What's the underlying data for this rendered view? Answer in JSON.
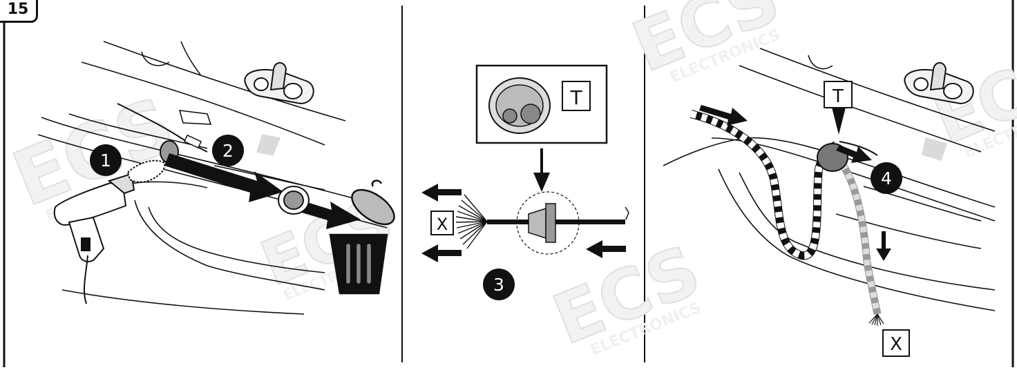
{
  "step": "15",
  "callouts": {
    "n1": "1",
    "n2": "2",
    "n3": "3",
    "n4": "4"
  },
  "labels": {
    "t_top": "T",
    "t_right": "T",
    "x_mid": "X",
    "x_right": "X"
  },
  "watermark": {
    "brand": "ECS",
    "sub": "ELECTRONICS"
  },
  "colors": {
    "ink": "#111111",
    "grey": "#9a9a9a",
    "light_grey": "#d6d6d6",
    "watermark": "#e7e7e7"
  }
}
